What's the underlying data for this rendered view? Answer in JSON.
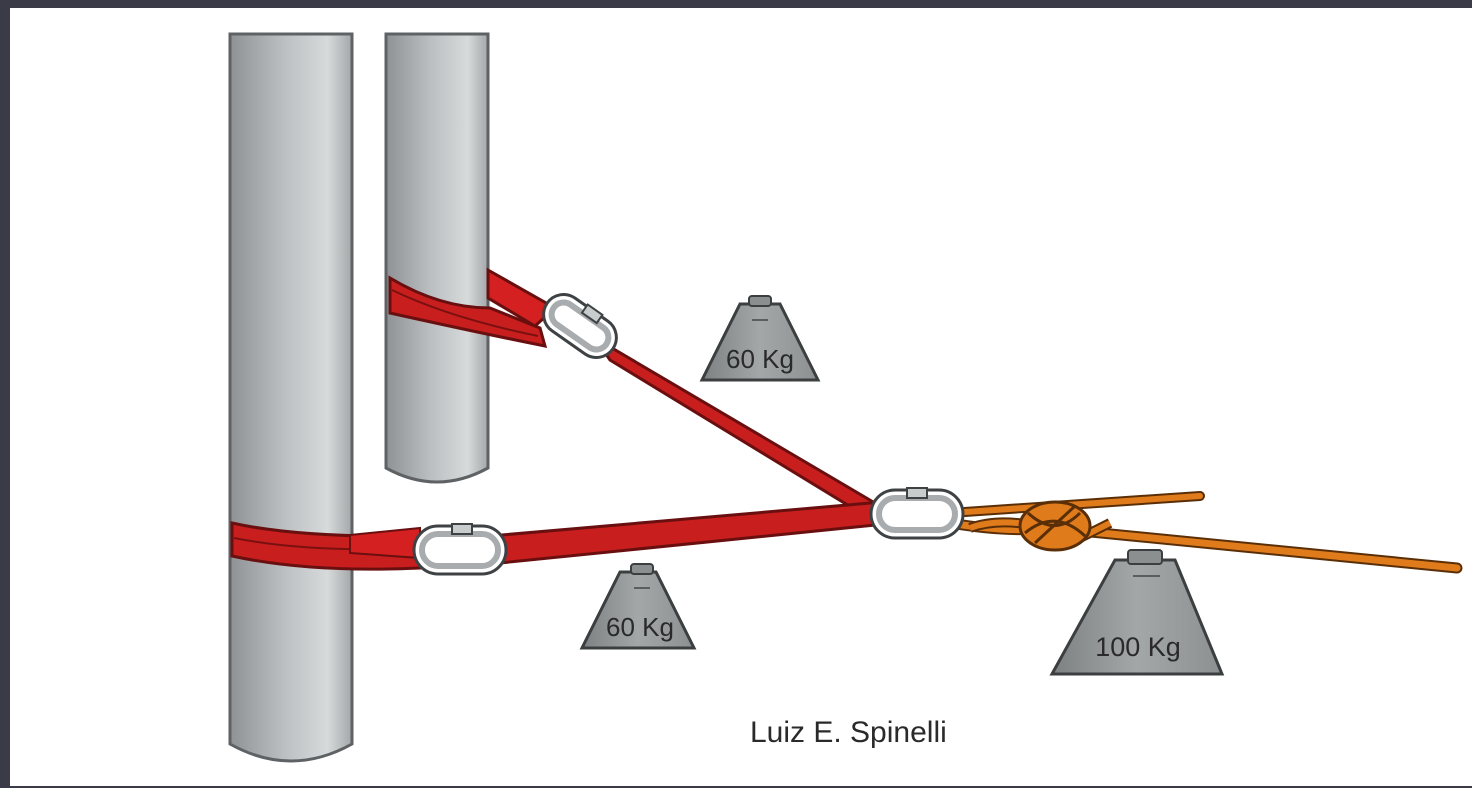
{
  "diagram": {
    "weights": [
      {
        "id": "upper",
        "label": "60 Kg"
      },
      {
        "id": "lower",
        "label": "60 Kg"
      },
      {
        "id": "load",
        "label": "100 Kg"
      }
    ],
    "credit": "Luiz E. Spinelli"
  }
}
